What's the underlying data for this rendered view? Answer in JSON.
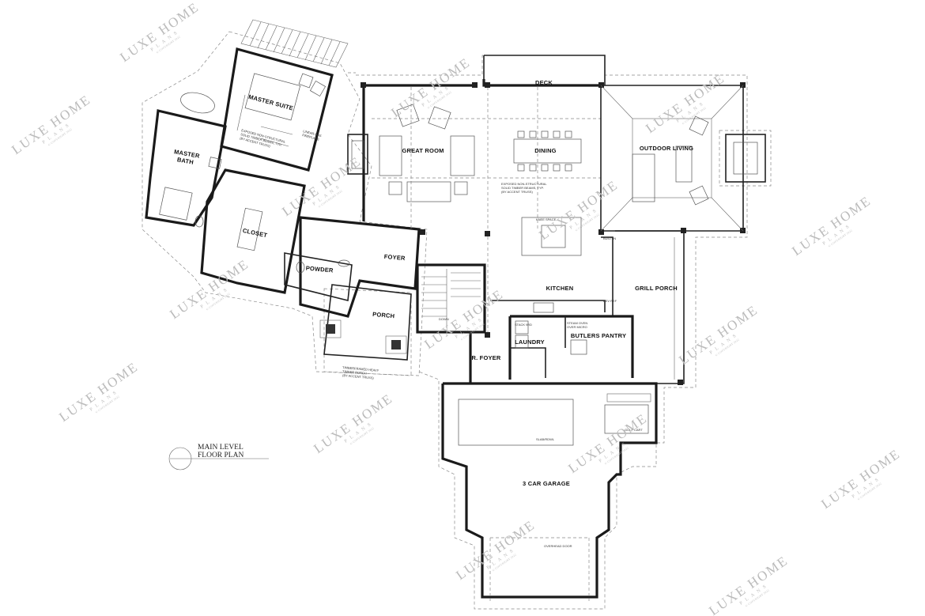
{
  "rooms": {
    "deck": "DECK",
    "master_suite": "MASTER SUITE",
    "great_room": "GREAT ROOM",
    "dining": "DINING",
    "outdoor_living": "OUTDOOR LIVING",
    "master_bath_line1": "MASTER",
    "master_bath_line2": "BATH",
    "closet": "CLOSET",
    "foyer": "FOYER",
    "powder": "POWDER",
    "kitchen": "KITCHEN",
    "grill_porch": "GRILL PORCH",
    "porch": "PORCH",
    "laundry": "LAUNDRY",
    "butlers_pantry": "BUTLERS PANTRY",
    "r_foyer": "R. FOYER",
    "garage": "3 CAR GARAGE"
  },
  "title": {
    "line1": "MAIN LEVEL",
    "line2": "FLOOR PLAN"
  },
  "notes": {
    "master_suite_beam_1": "EXPOSED NON-STRUCTURAL",
    "master_suite_beam_2": "SOLID TIMBER BEAMS, TYP.",
    "master_suite_beam_3": "(BY ACCENT TRUSS)",
    "great_room_beam_1": "EXPOSED NON-STRUCTURAL",
    "great_room_beam_2": "SOLID TIMBER BEAMS, TYP.",
    "great_room_beam_3": "(BY ACCENT TRUSS)",
    "linear_fireplace_1": "LINEAR GAS",
    "linear_fireplace_2": "FIREPLACE",
    "knee_space": "KNEE SPACE",
    "stair_down": "DOWN",
    "steam_oven": "STEAM OVEN",
    "speed_micro": "OVER MICRO",
    "stack_wd": "STACK W/D",
    "bev_ref": "BEV REF",
    "built_in": "BUILT IN",
    "garage_slab": "SLAB/RDWL",
    "golf_cart": "GOLF CART",
    "overhead_door": "OVERHEAD DOOR",
    "timber_porch_1": "TIMBERFRAMED HEAVY",
    "timber_porch_2": "TIMBER PORCH",
    "timber_porch_3": "(BY ACCENT TRUSS)"
  },
  "watermark": {
    "brand": "LUXE HOME",
    "sub": "PLANS",
    "copyright": "© COPYRIGHT 2022"
  },
  "colors": {
    "wall": "#1a1a1a",
    "watermark": "#bbbbbb",
    "background": "#ffffff"
  }
}
